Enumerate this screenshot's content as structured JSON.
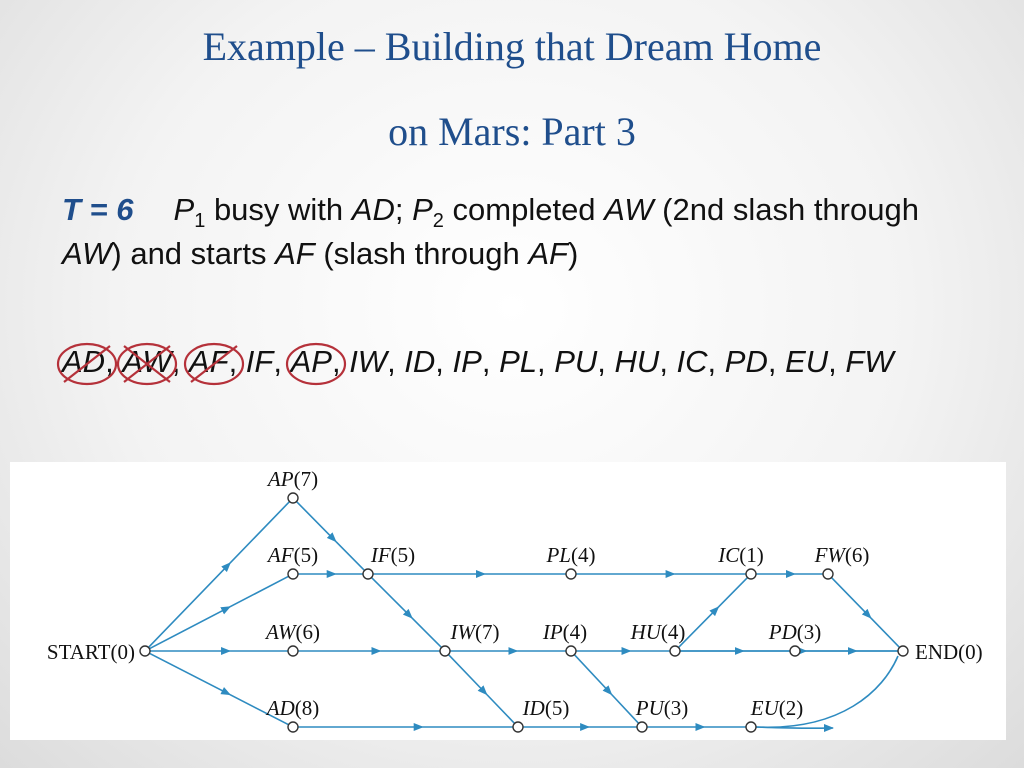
{
  "slide": {
    "title_line1": "Example – Building that Dream Home",
    "title_line2": "on Mars:  Part 3",
    "time_label": "T = 6",
    "p1": "P",
    "p1_sub": "1",
    "busy_with": " busy with ",
    "ad": "AD",
    "semicolon": "; ",
    "p2": "P",
    "p2_sub": "2",
    "completed": " completed ",
    "aw": "AW",
    "second_slash": " (2nd slash through ",
    "aw2": "AW",
    "and_starts": ") and starts ",
    "af": "AF",
    "slash_through": " (slash through ",
    "af2": "AF",
    "close_paren": ")",
    "task_list": [
      {
        "name": "AD",
        "mark": "circle-slash",
        "sep": ", "
      },
      {
        "name": "AW",
        "mark": "circle-double-slash",
        "sep": ", "
      },
      {
        "name": "AF",
        "mark": "circle-slash",
        "sep": ", "
      },
      {
        "name": "IF",
        "mark": "",
        "sep": ", "
      },
      {
        "name": "AP",
        "mark": "circle",
        "sep": ", "
      },
      {
        "name": "IW",
        "mark": "",
        "sep": ", "
      },
      {
        "name": "ID",
        "mark": "",
        "sep": ", "
      },
      {
        "name": "IP",
        "mark": "",
        "sep": ", "
      },
      {
        "name": "PL",
        "mark": "",
        "sep": ", "
      },
      {
        "name": "PU",
        "mark": "",
        "sep": ", "
      },
      {
        "name": "HU",
        "mark": "",
        "sep": ", "
      },
      {
        "name": "IC",
        "mark": "",
        "sep": ", "
      },
      {
        "name": "PD",
        "mark": "",
        "sep": ", "
      },
      {
        "name": "EU",
        "mark": "",
        "sep": ", "
      },
      {
        "name": "FW",
        "mark": "",
        "sep": ""
      }
    ],
    "mark_color": "#b5313a",
    "accent_color": "#1f4e8c",
    "edge_color": "#2e8bc0"
  },
  "diagram": {
    "nodes": [
      {
        "id": "START",
        "name": "START",
        "dur": "(0)"
      },
      {
        "id": "AP",
        "name": "AP",
        "dur": "(7)"
      },
      {
        "id": "AF",
        "name": "AF",
        "dur": "(5)"
      },
      {
        "id": "AW",
        "name": "AW",
        "dur": "(6)"
      },
      {
        "id": "AD",
        "name": "AD",
        "dur": "(8)"
      },
      {
        "id": "IF",
        "name": "IF",
        "dur": "(5)"
      },
      {
        "id": "IW",
        "name": "IW",
        "dur": "(7)"
      },
      {
        "id": "PL",
        "name": "PL",
        "dur": "(4)"
      },
      {
        "id": "IP",
        "name": "IP",
        "dur": "(4)"
      },
      {
        "id": "HU",
        "name": "HU",
        "dur": "(4)"
      },
      {
        "id": "ID",
        "name": "ID",
        "dur": "(5)"
      },
      {
        "id": "PU",
        "name": "PU",
        "dur": "(3)"
      },
      {
        "id": "IC",
        "name": "IC",
        "dur": "(1)"
      },
      {
        "id": "FW",
        "name": "FW",
        "dur": "(6)"
      },
      {
        "id": "PD",
        "name": "PD",
        "dur": "(3)"
      },
      {
        "id": "EU",
        "name": "EU",
        "dur": "(2)"
      },
      {
        "id": "END",
        "name": "END",
        "dur": "(0)"
      }
    ],
    "edges": [
      [
        "START",
        "AP"
      ],
      [
        "START",
        "AF"
      ],
      [
        "START",
        "AW"
      ],
      [
        "START",
        "AD"
      ],
      [
        "AP",
        "IF"
      ],
      [
        "AF",
        "IF"
      ],
      [
        "IF",
        "PL"
      ],
      [
        "IF",
        "IW"
      ],
      [
        "AW",
        "IW"
      ],
      [
        "AD",
        "ID"
      ],
      [
        "IW",
        "IP"
      ],
      [
        "IW",
        "ID"
      ],
      [
        "PL",
        "IC"
      ],
      [
        "IP",
        "HU"
      ],
      [
        "IP",
        "PU"
      ],
      [
        "ID",
        "PU"
      ],
      [
        "HU",
        "IC"
      ],
      [
        "HU",
        "PD"
      ],
      [
        "HU",
        "END"
      ],
      [
        "IC",
        "FW"
      ],
      [
        "FW",
        "END"
      ],
      [
        "PD",
        "END"
      ],
      [
        "PU",
        "EU"
      ],
      [
        "EU",
        "END"
      ]
    ]
  }
}
